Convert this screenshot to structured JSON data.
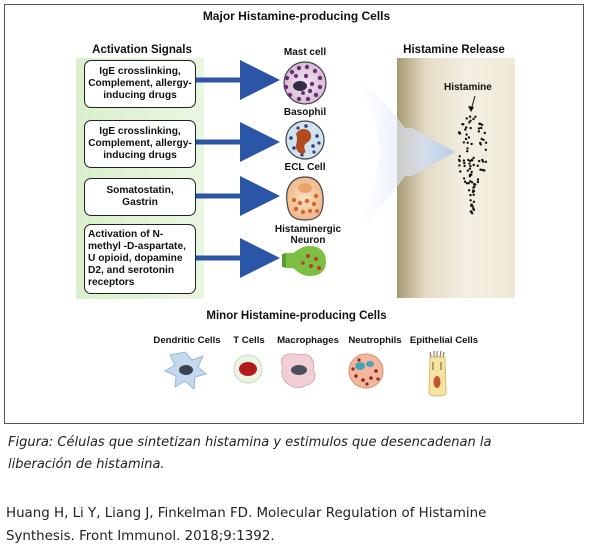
{
  "diagram": {
    "title": "Major Histamine-producing Cells",
    "activation": {
      "title": "Activation Signals",
      "boxes": [
        "IgE crosslinking, Complement, allergy-inducing drugs",
        "IgE crosslinking, Complement, allergy-inducing drugs",
        "Somatostatin, Gastrin",
        "Activation of N-methyl -D-aspartate, U opioid, dopamine D2, and serotonin receptors"
      ]
    },
    "major_cells": [
      "Mast cell",
      "Basophil",
      "ECL Cell",
      "Histaminergic Neuron"
    ],
    "release": {
      "title": "Histamine Release",
      "label": "Histamine"
    },
    "minor": {
      "title": "Minor Histamine-producing Cells",
      "cells": [
        "Dendritic Cells",
        "T Cells",
        "Macrophages",
        "Neutrophils",
        "Epithelial Cells"
      ]
    },
    "colors": {
      "arrow_blue": "#2b56a8",
      "activation_panel": "#d9f0cc",
      "release_panel": "#cfc3a3",
      "big_arrow": "#c9d8ef"
    }
  },
  "caption": {
    "line1": "Figura: Células que sintetizan histamina y estimulos que desencadenan la",
    "line2": "liberación de histamina."
  },
  "citation": {
    "line1": "Huang H, Li Y, Liang J, Finkelman FD. Molecular Regulation of Histamine",
    "line2": "Synthesis. Front Immunol. 2018;9:1392."
  }
}
